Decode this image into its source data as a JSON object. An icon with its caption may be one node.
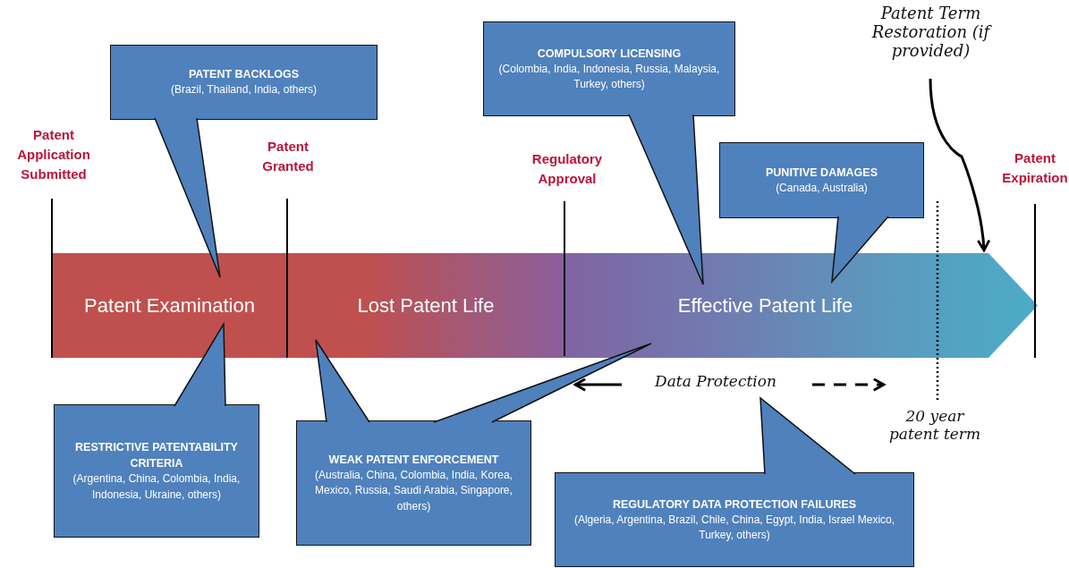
{
  "diagram": {
    "nodes": [
      {
        "text": [
          "Patent Term Restoration (if provided)"
        ]
      },
      {
        "text": [
          "COMPULSORY LICENSING",
          "(Colombia, India, Indonesia, Russia, Malaysia, Turkey, others)"
        ]
      },
      {
        "text": [
          "PATENT BACKLOGS",
          "(Brazil, Thailand, India, others)"
        ]
      },
      {
        "text": [
          "PUNITIVE DAMAGES",
          "(Canada, Australia)"
        ]
      },
      {
        "text": [
          "Patent Examination"
        ]
      },
      {
        "text": [
          "Lost Patent Life"
        ]
      },
      {
        "text": [
          "Effective Patent Life"
        ]
      },
      {
        "text": [
          "Data Protection"
        ]
      },
      {
        "text": [
          "RESTRICTIVE PATENTABILITY CRITERIA",
          "(Argentina, China, Colombia, India, Indonesia, Ukraine, others)"
        ]
      },
      {
        "text": [
          "WEAK PATENT ENFORCEMENT",
          "(Australia, China, Colombia, India, Korea, Mexico, Russia, Saudi Arabia, Singapore, others)"
        ]
      },
      {
        "text": [
          "REGULATORY DATA PROTECTION FAILURES",
          "(Algeria, Argentina, Brazil, Chile, China, Egypt, India, Israel Mexico, Turkey, others)"
        ]
      }
    ],
    "edges": [
      {
        "from": 0,
        "to": 6,
        "arrow": "to"
      }
    ],
    "labels": [
      "Patent Application Submitted",
      "Patent Granted",
      "Regulatory Approval",
      "Patent Expiration",
      "20 year patent term"
    ]
  }
}
